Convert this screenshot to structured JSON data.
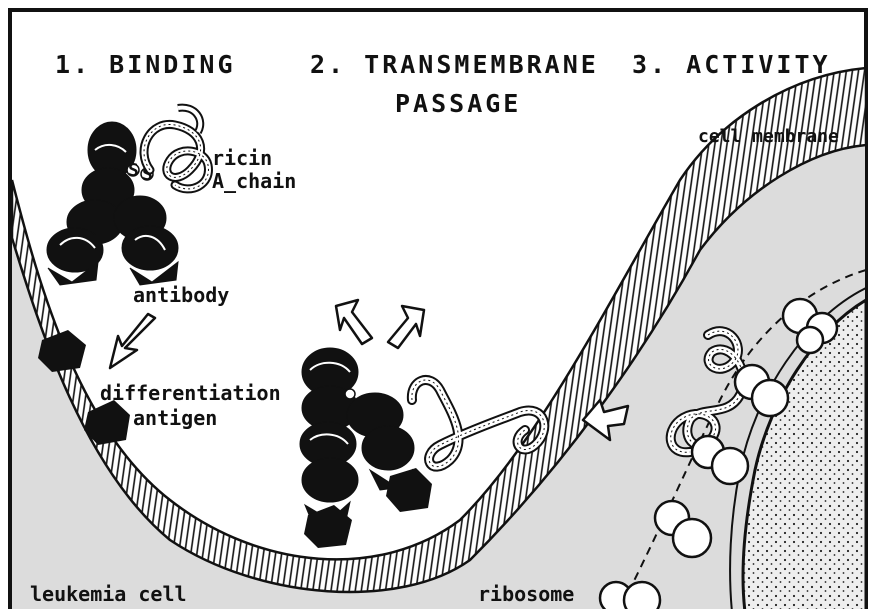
{
  "headings": {
    "step1": "1.  BINDING",
    "step2_line1": "2. TRANSMEMBRANE",
    "step2_line2": "PASSAGE",
    "step3": "3.  ACTIVITY"
  },
  "labels": {
    "ricin": "ricin",
    "a_chain": "A_chain",
    "antibody": "antibody",
    "differentiation": "differentiation",
    "antigen": "antigen",
    "cell_membrane": "cell membrane",
    "leukemia_cell": "leukemia  cell",
    "ribosome": "ribosome",
    "disulfide": "S"
  },
  "colors": {
    "ink": "#111111",
    "cytoplasm": "#dcdcdc",
    "membrane": "#ffffff",
    "organelle": "#e6e6e6",
    "ribosome": "#ffffff"
  }
}
